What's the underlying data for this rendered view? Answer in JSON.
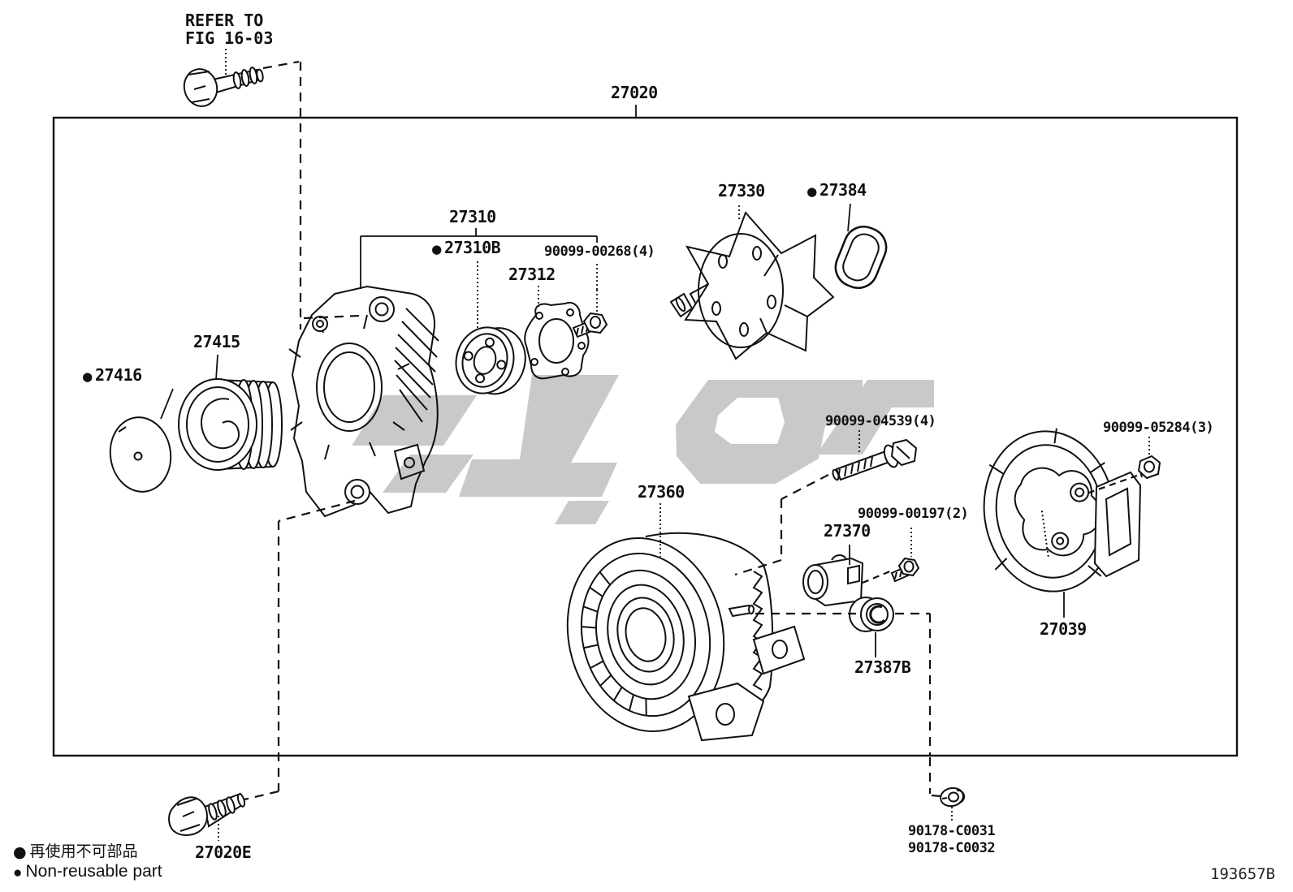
{
  "markers": {
    "bullet": "●"
  },
  "refer_note": {
    "line1": "REFER TO",
    "line2": "FIG 16-03"
  },
  "parts": {
    "alternator_assy": "27020",
    "bracket_assy": "27310",
    "bearing": "27310B",
    "bearing_bolt": "90099-00268(4)",
    "retainer_plate": "27312",
    "rotor": "27330",
    "seal_ring": "27384",
    "pulley": "27415",
    "pulley_cap": "27416",
    "through_bolt": "90099-04539(4)",
    "stator": "27360",
    "terminal_screw": "90099-00197(2)",
    "insulator": "27370",
    "rear_end_nut": "90099-05284(3)",
    "rear_end_cover": "27039",
    "grommet": "27387B",
    "mount_bolt": "27020E",
    "terminal_nut_a": "90178-C0031",
    "terminal_nut_b": "90178-C0032"
  },
  "legend": {
    "jp": "再使用不可部品",
    "en": "Non-reusable part"
  },
  "figure_code": "193657B",
  "colors": {
    "ink": "#111111",
    "watermark": "#c9c9c9",
    "background": "#ffffff"
  }
}
